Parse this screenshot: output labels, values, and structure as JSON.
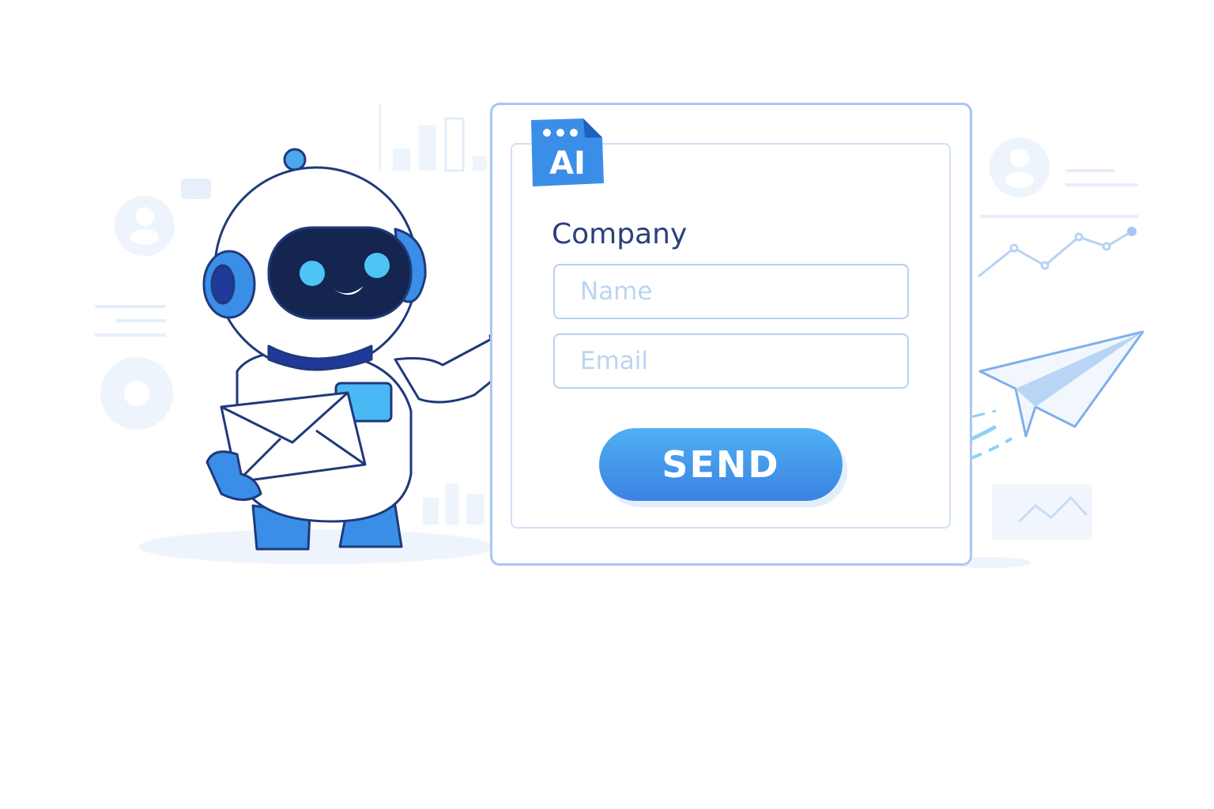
{
  "badge": {
    "text": "AI",
    "icon": "ai-document-icon"
  },
  "form": {
    "company_label": "Company",
    "name_placeholder": "Name",
    "email_placeholder": "Email",
    "send_label": "SEND"
  },
  "colors": {
    "accent": "#3b8ee8",
    "border": "#a9c7f0",
    "text": "#2b3f7c"
  }
}
